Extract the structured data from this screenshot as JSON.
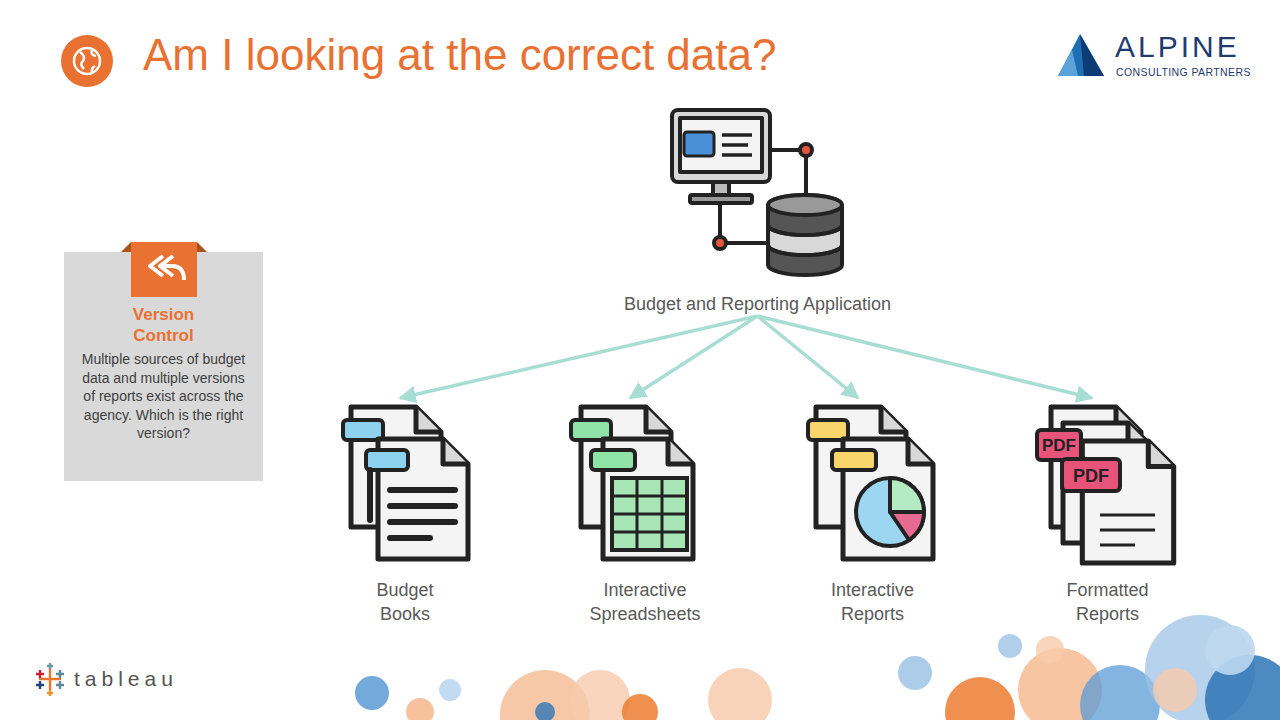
{
  "diagram": {
    "title": "Am I looking at the correct data?",
    "nodes": [
      {
        "text": [
          "Version Control",
          "Multiple sources of budget data and multiple versions of reports exist across the agency. Which is the right version?"
        ]
      },
      {
        "text": [
          "Budget and Reporting Application"
        ]
      },
      {
        "text": [
          "Budget Books"
        ]
      },
      {
        "text": [
          "Interactive Spreadsheets"
        ]
      },
      {
        "text": [
          "Interactive Reports"
        ]
      },
      {
        "text": [
          "Formatted Reports"
        ]
      }
    ],
    "edges": [
      {
        "from": 1,
        "to": 2,
        "arrow": "to"
      },
      {
        "from": 1,
        "to": 3,
        "arrow": "to"
      },
      {
        "from": 1,
        "to": 4,
        "arrow": "to"
      },
      {
        "from": 1,
        "to": 5,
        "arrow": "to"
      }
    ],
    "labels": [
      "ALPINE",
      "CONSULTING PARTNERS",
      "PDF",
      "PDF",
      "tableau"
    ]
  }
}
